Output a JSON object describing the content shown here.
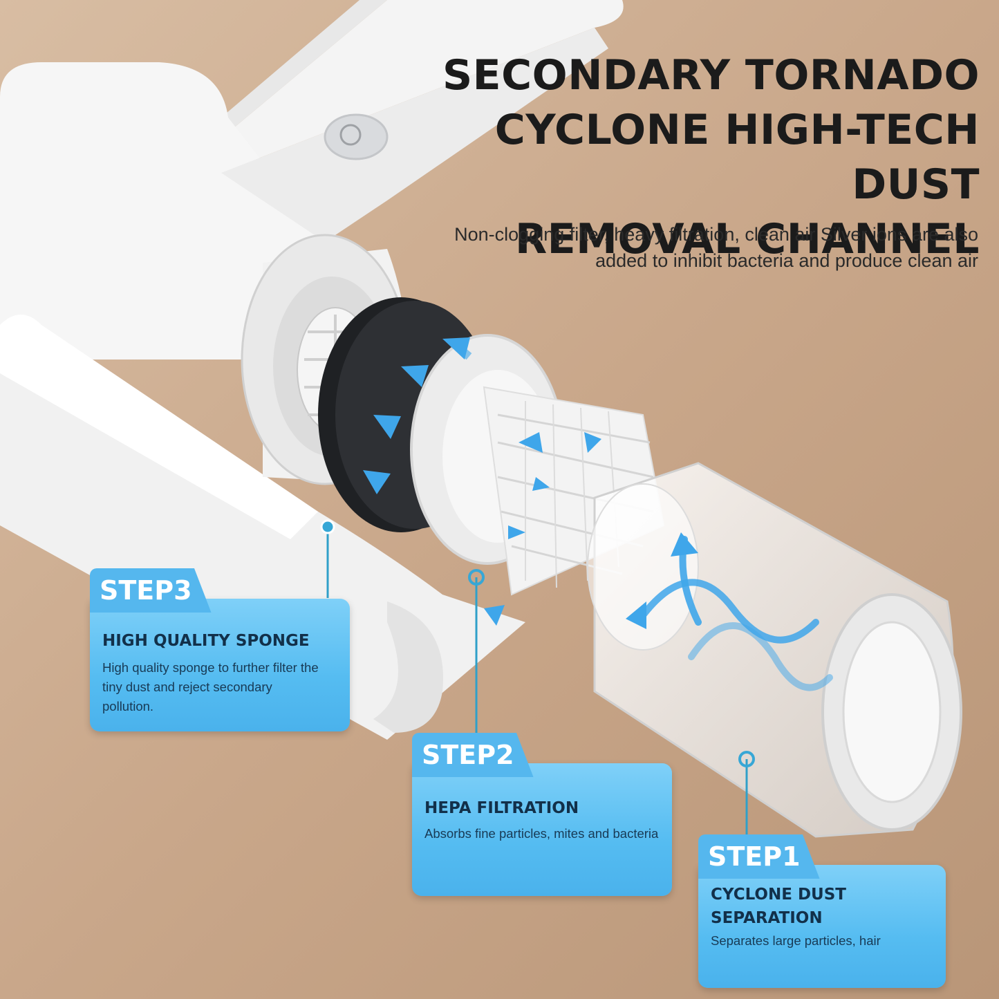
{
  "headline": {
    "line1": "SECONDARY TORNADO",
    "line2": "CYCLONE HIGH-TECH DUST",
    "line3": "REMOVAL CHANNEL"
  },
  "subheadline": {
    "line1": "Non-clogging filter, heavy filtration, clean air Silver ions are also",
    "line2": "added to inhibit bacteria and produce clean air"
  },
  "steps": [
    {
      "tab": "STEP3",
      "title": "HIGH QUALITY SPONGE",
      "description": "High quality sponge to further filter the tiny dust and reject secondary pollution."
    },
    {
      "tab": "STEP2",
      "title": "HEPA FILTRATION",
      "description": "Absorbs fine particles, mites and bacteria"
    },
    {
      "tab": "STEP1",
      "title": "CYCLONE DUST SEPARATION",
      "description": "Separates large particles, hair"
    }
  ],
  "colors": {
    "background": "#c9a98c",
    "card_blue": "#55b7ee",
    "arrow_blue": "#3fa6ea",
    "sponge": "#2b2d30",
    "body_white": "#f7f7f7"
  }
}
